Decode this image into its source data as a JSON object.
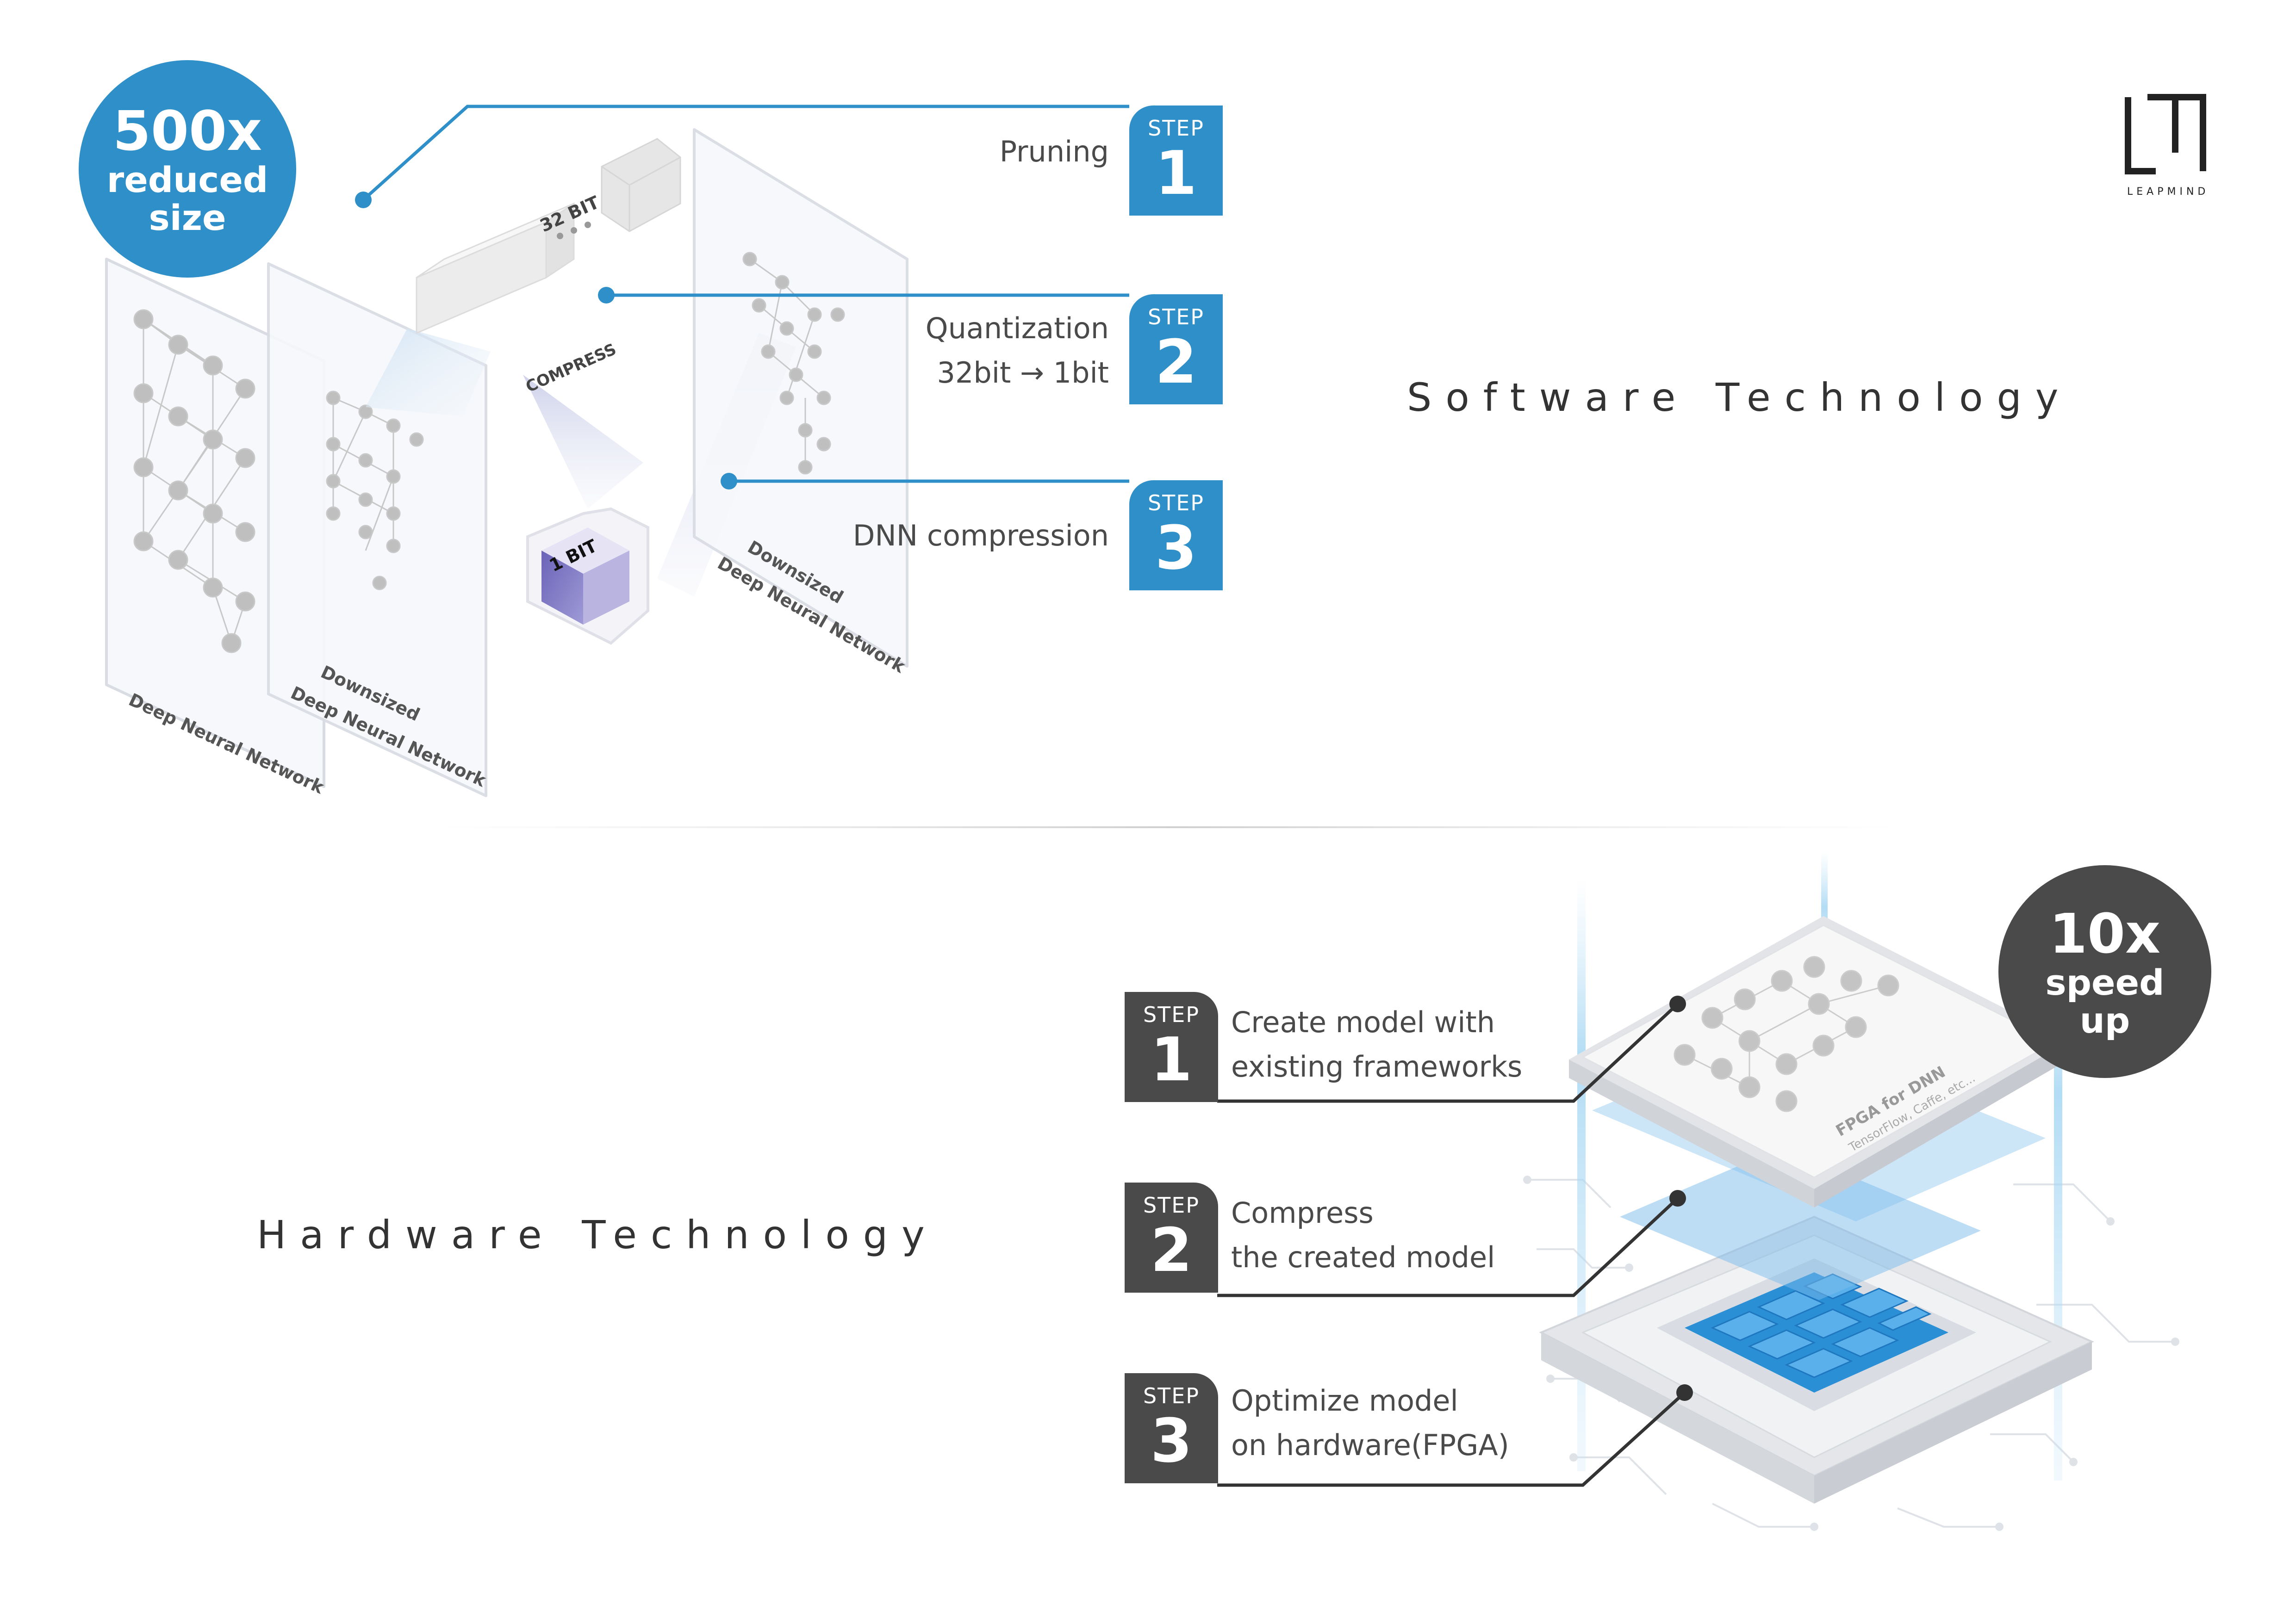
{
  "software": {
    "heading": "Software Technology",
    "badge": {
      "value": "500x",
      "line1": "reduced",
      "line2": "size",
      "color": "#2e8fc9"
    },
    "steps": [
      {
        "label": "STEP",
        "number": "1",
        "line1": "Pruning",
        "line2": ""
      },
      {
        "label": "STEP",
        "number": "2",
        "line1": "Quantization",
        "line2": "32bit → 1bit"
      },
      {
        "label": "STEP",
        "number": "3",
        "line1": "DNN compression",
        "line2": ""
      }
    ],
    "illustration": {
      "panel1": "Deep Neural Network",
      "panel2_top": "Downsized",
      "panel2_bottom": "Deep Neural Network",
      "panel3_top": "Downsized",
      "panel3_bottom": "Deep Neural Network",
      "bit32": "32 BIT",
      "compress": "COMPRESS",
      "bit1": "1 BIT"
    }
  },
  "hardware": {
    "heading": "Hardware Technology",
    "badge": {
      "value": "10x",
      "line1": "speed",
      "line2": "up",
      "color": "#4a4a4a"
    },
    "steps": [
      {
        "label": "STEP",
        "number": "1",
        "line1": "Create model with",
        "line2": "existing frameworks"
      },
      {
        "label": "STEP",
        "number": "2",
        "line1": "Compress",
        "line2": "the created model"
      },
      {
        "label": "STEP",
        "number": "3",
        "line1": "Optimize model",
        "line2": "on hardware(FPGA)"
      }
    ],
    "chip": {
      "title": "FPGA for DNN",
      "subtitle": "TensorFlow, Caffe, etc..."
    }
  },
  "logo": {
    "text": "LEAPMIND"
  },
  "colors": {
    "blue": "#2e8fc9",
    "dark": "#4a4a4a",
    "chip_blue": "#1e88d0"
  }
}
